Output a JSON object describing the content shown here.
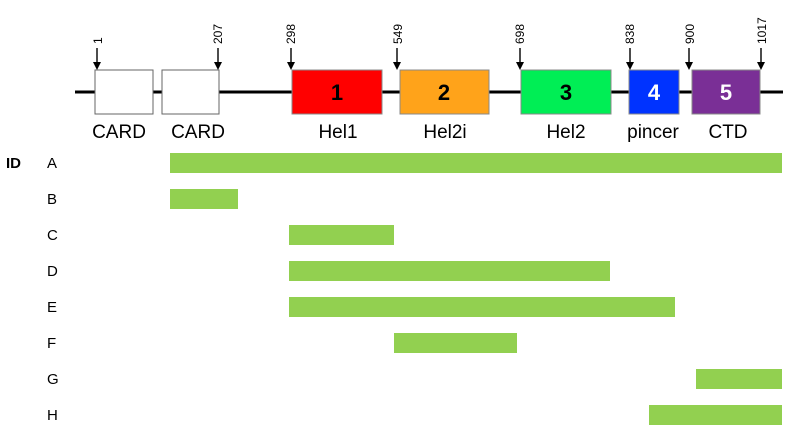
{
  "protein_map": {
    "positions": [
      {
        "label": "1"
      },
      {
        "label": "207"
      },
      {
        "label": "298"
      },
      {
        "label": "549"
      },
      {
        "label": "698"
      },
      {
        "label": "838"
      },
      {
        "label": "900"
      },
      {
        "label": "1017"
      }
    ],
    "domains": [
      {
        "name": "CARD",
        "number": "",
        "color": "#ffffff",
        "text_color": "#000000"
      },
      {
        "name": "CARD",
        "number": "",
        "color": "#ffffff",
        "text_color": "#000000"
      },
      {
        "name": "Hel1",
        "number": "1",
        "color": "#ff0000",
        "text_color": "#000000"
      },
      {
        "name": "Hel2i",
        "number": "2",
        "color": "#ffa31a",
        "text_color": "#000000"
      },
      {
        "name": "Hel2",
        "number": "3",
        "color": "#00ee55",
        "text_color": "#000000"
      },
      {
        "name": "pincer",
        "number": "4",
        "color": "#0033ff",
        "text_color": "#ffffff"
      },
      {
        "name": "CTD",
        "number": "5",
        "color": "#7a2f96",
        "text_color": "#ffffff"
      }
    ]
  },
  "constructs": {
    "header": "ID",
    "bar_color": "#92d050",
    "rows": [
      {
        "id": "A"
      },
      {
        "id": "B"
      },
      {
        "id": "C"
      },
      {
        "id": "D"
      },
      {
        "id": "E"
      },
      {
        "id": "F"
      },
      {
        "id": "G"
      },
      {
        "id": "H"
      }
    ]
  }
}
